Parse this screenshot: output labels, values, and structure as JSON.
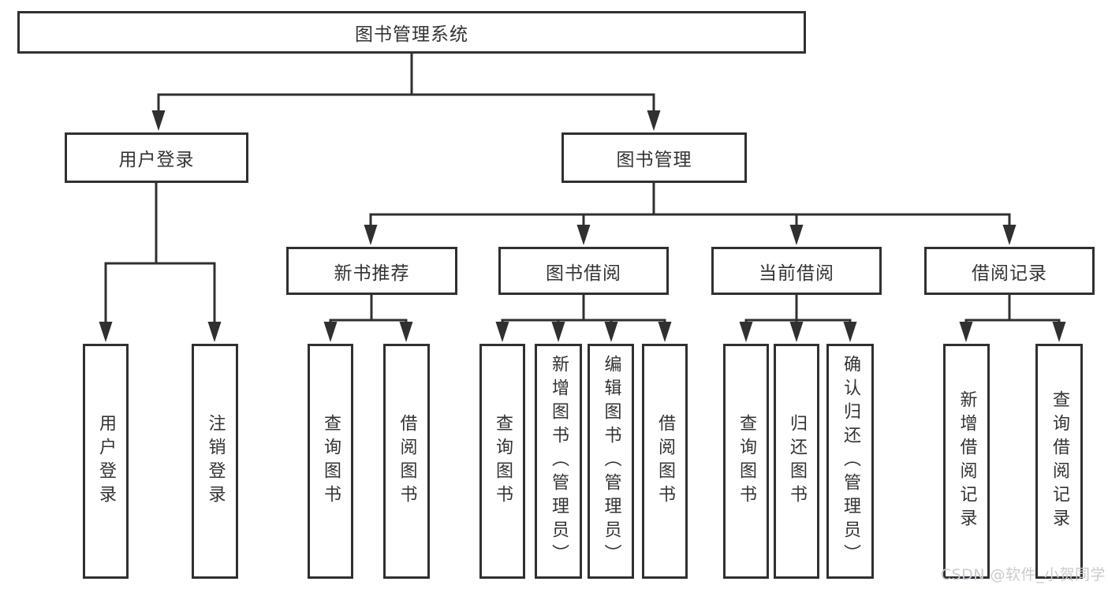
{
  "diagram": {
    "root": {
      "label": "图书管理系统"
    },
    "branches": [
      {
        "label": "用户登录",
        "children": [
          {
            "label": "用户登录"
          },
          {
            "label": "注销登录"
          }
        ]
      },
      {
        "label": "图书管理",
        "children": [
          {
            "label": "新书推荐",
            "children": [
              {
                "label": "查询图书"
              },
              {
                "label": "借阅图书"
              }
            ]
          },
          {
            "label": "图书借阅",
            "children": [
              {
                "label": "查询图书"
              },
              {
                "label": "新增图书（管理员）"
              },
              {
                "label": "编辑图书（管理员）"
              },
              {
                "label": "借阅图书"
              }
            ]
          },
          {
            "label": "当前借阅",
            "children": [
              {
                "label": "查询图书"
              },
              {
                "label": "归还图书"
              },
              {
                "label": "确认归还（管理员）"
              }
            ]
          },
          {
            "label": "借阅记录",
            "children": [
              {
                "label": "新增借阅记录"
              },
              {
                "label": "查询借阅记录"
              }
            ]
          }
        ]
      }
    ]
  },
  "watermark": {
    "text": "CSDN @软件_小贺同学"
  },
  "colors": {
    "line": "#303030",
    "box_border": "#303030",
    "text": "#333333",
    "background": "#ffffff",
    "watermark": "#c9cad2"
  }
}
